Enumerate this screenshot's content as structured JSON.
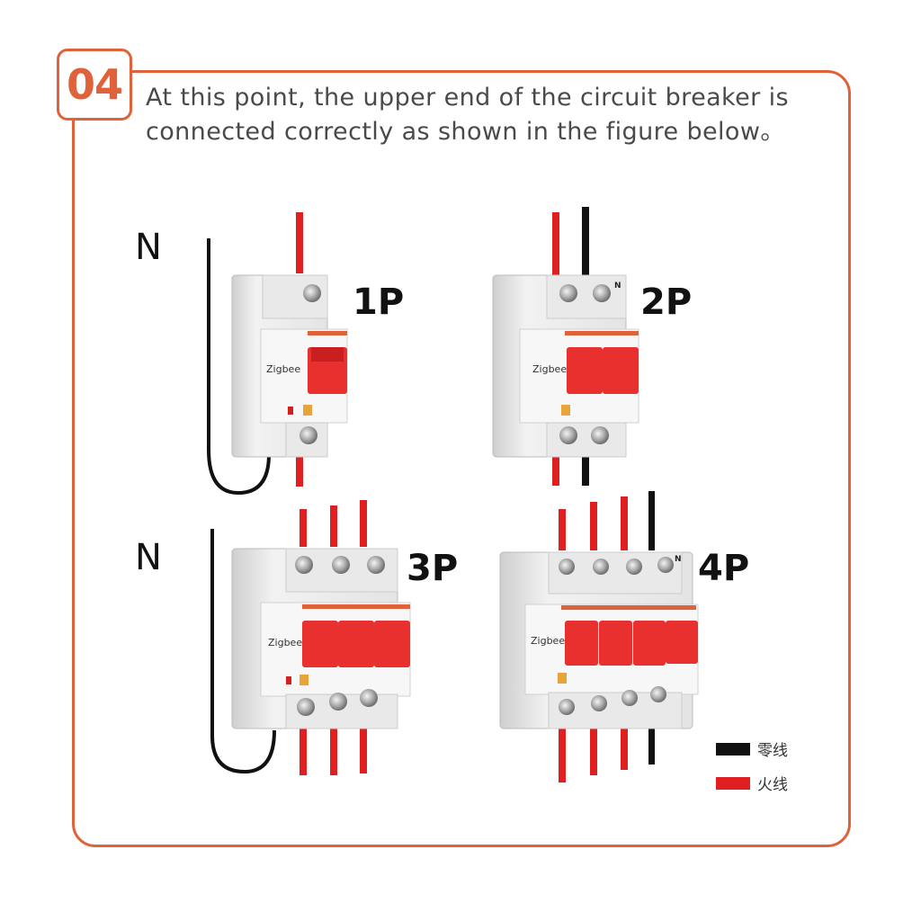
{
  "step": {
    "number": "04"
  },
  "instruction": {
    "line1": "At this point, the upper end of the circuit breaker is",
    "line2": "connected correctly as shown in the figure below。"
  },
  "breakers": [
    {
      "pole_label": "1P",
      "neutral_label": "N",
      "module_brand": "Zigbee"
    },
    {
      "pole_label": "2P",
      "module_brand": "Zigbee"
    },
    {
      "pole_label": "3P",
      "neutral_label": "N",
      "module_brand": "Zigbee"
    },
    {
      "pole_label": "4P",
      "module_brand": "Zigbee"
    }
  ],
  "legend": [
    {
      "label": "零线",
      "color": "#111111"
    },
    {
      "label": "火线",
      "color": "#e02020"
    }
  ],
  "colors": {
    "accent": "#e0623a",
    "live_wire": "#e02020",
    "neutral_wire": "#111111",
    "switch_red": "#e8302e"
  }
}
